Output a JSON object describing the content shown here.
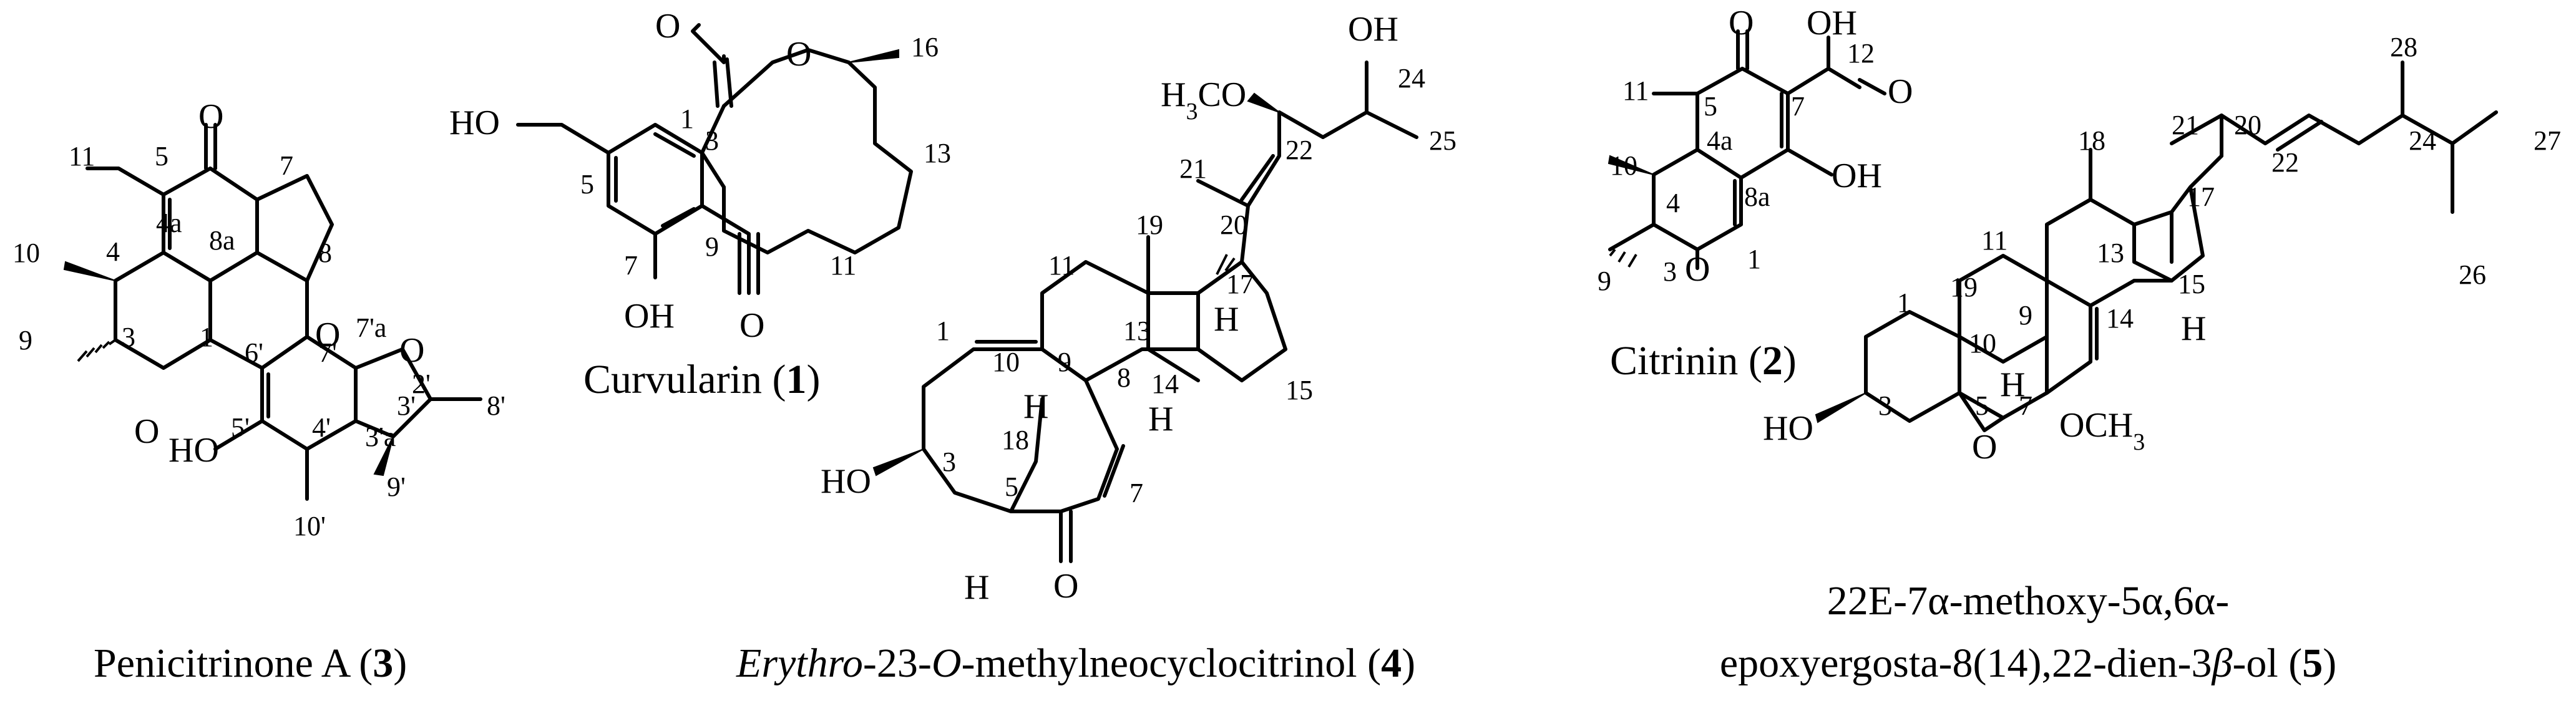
{
  "compounds": [
    {
      "id": "penicitrinone-a",
      "caption_name": "Penicitrinone A (",
      "caption_number": "3",
      "caption_close": ")",
      "atom_labels": [
        "11",
        "5",
        "7",
        "10",
        "4",
        "4a",
        "8a",
        "8",
        "7'a",
        "9",
        "3",
        "1",
        "6'",
        "7'",
        "2'",
        "8'",
        "3'",
        "3'a",
        "5'",
        "4'",
        "9'",
        "10'"
      ],
      "heteroatom_labels": [
        "O",
        "O",
        "O",
        "O",
        "HO"
      ]
    },
    {
      "id": "curvularin",
      "caption_name": "Curvularin (",
      "caption_number": "1",
      "caption_close": ")",
      "atom_labels": [
        "1",
        "16",
        "5",
        "3",
        "13",
        "9",
        "11",
        "7"
      ],
      "heteroatom_labels": [
        "O",
        "O",
        "HO",
        "OH",
        "O"
      ]
    },
    {
      "id": "erythro-23-o-methylneocyclocitrinol",
      "caption_name_italic": "Erythro",
      "caption_name_mid": "-23-",
      "caption_name_italic2": "O",
      "caption_name_rest": "-methylneocyclocitrinol (",
      "caption_number": "4",
      "caption_close": ")",
      "atom_labels": [
        "24",
        "25",
        "21",
        "22",
        "20",
        "19",
        "11",
        "17",
        "13",
        "1",
        "10",
        "9",
        "8",
        "14",
        "15",
        "18",
        "7",
        "3",
        "5"
      ],
      "heteroatom_labels": [
        "OH",
        "H3CO",
        "HO",
        "O",
        "H",
        "H",
        "H",
        "H"
      ]
    },
    {
      "id": "citrinin",
      "caption_name": "Citrinin (",
      "caption_number": "2",
      "caption_close": ")",
      "atom_labels": [
        "11",
        "5",
        "7",
        "12",
        "4a",
        "10",
        "4",
        "8a",
        "1",
        "9",
        "3"
      ],
      "heteroatom_labels": [
        "O",
        "OH",
        "O",
        "OH",
        "O"
      ]
    },
    {
      "id": "ergosta-dien-ol",
      "caption_line1": "22E-7α-methoxy-5α,6α-",
      "caption_line2_start": "epoxyergosta-8(14),22-dien-3",
      "caption_line2_beta": "β",
      "caption_line2_end": "-ol (",
      "caption_number": "5",
      "caption_close": ")",
      "atom_labels": [
        "28",
        "27",
        "21",
        "20",
        "22",
        "24",
        "18",
        "17",
        "26",
        "11",
        "13",
        "1",
        "19",
        "9",
        "14",
        "15",
        "10",
        "3",
        "5",
        "7"
      ],
      "heteroatom_labels": [
        "H",
        "H",
        "HO",
        "O",
        "OCH3"
      ]
    }
  ]
}
